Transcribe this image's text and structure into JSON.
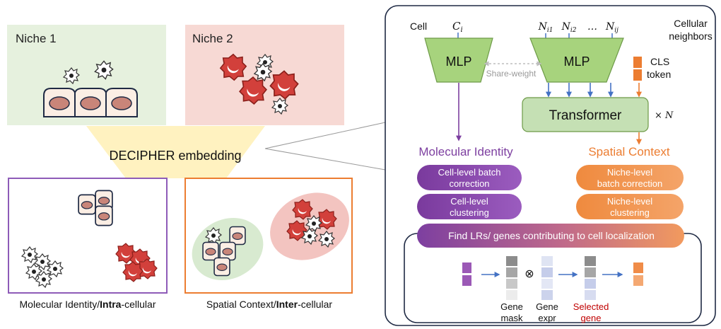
{
  "left": {
    "niche1_label": "Niche 1",
    "niche2_label": "Niche 2",
    "embedding_label": "DECIPHER embedding",
    "bottom_left_caption_a": "Molecular Identity/",
    "bottom_left_caption_b": "Intra",
    "bottom_left_caption_c": "-cellular",
    "bottom_right_caption_a": "Spatial Context/",
    "bottom_right_caption_b": "Inter",
    "bottom_right_caption_c": "-cellular"
  },
  "right": {
    "cell_label": "Cell",
    "cell_symbol_base": "C",
    "cell_symbol_sub": "i",
    "neighbor_symbols": [
      {
        "base": "N",
        "sub": "i1"
      },
      {
        "base": "N",
        "sub": "i2"
      },
      {
        "base": "…",
        "sub": ""
      },
      {
        "base": "N",
        "sub": "ij"
      }
    ],
    "cellular_neighbors_label_1": "Cellular",
    "cellular_neighbors_label_2": "neighbors",
    "mlp_left_label": "MLP",
    "mlp_right_label": "MLP",
    "share_weight_label": "Share-weight",
    "cls_label_1": "CLS",
    "cls_label_2": "token",
    "transformer_label": "Transformer",
    "times_n_label": "× N",
    "molecular_identity_label": "Molecular Identity",
    "spatial_context_label": "Spatial Context",
    "purple_pill_1": [
      "Cell-level batch",
      "correction"
    ],
    "purple_pill_2": [
      "Cell-level",
      "clustering"
    ],
    "orange_pill_1": [
      "Niche-level",
      "batch correction"
    ],
    "orange_pill_2": [
      "Niche-level",
      "clustering"
    ],
    "find_lrs_label": "Find LRs/ genes contributing to cell localization",
    "otimes_symbol": "⊗",
    "gene_mask_label": [
      "Gene",
      "mask"
    ],
    "gene_expr_label": [
      "Gene",
      "expr"
    ],
    "selected_gene_label": [
      "Selected",
      "gene"
    ]
  },
  "colors": {
    "niche1_bg": "#e6f1de",
    "niche2_bg": "#f7d9d4",
    "purple": "#7d3fa0",
    "orange": "#ec7d31",
    "mlp_green": "#a7d37d",
    "transformer_green": "#c5e0b4",
    "arrow_blue": "#4472c4",
    "selected_red": "#c00000",
    "embedding_yellow": "#fff2c0"
  }
}
